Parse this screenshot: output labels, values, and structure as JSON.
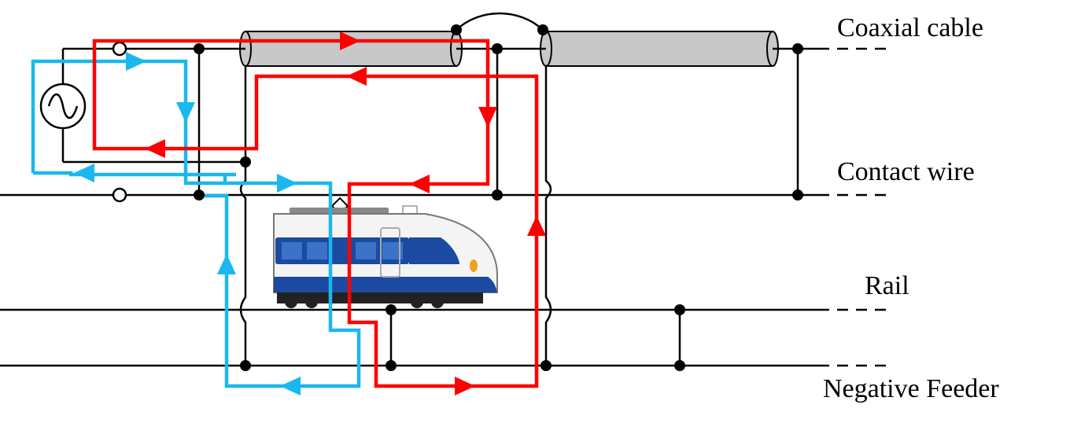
{
  "labels": {
    "coaxial_cable": "Coaxial cable",
    "contact_wire": "Contact wire",
    "rail": "Rail",
    "negative_feeder": "Negative Feeder"
  },
  "colors": {
    "wire": "#000000",
    "cable_body": "#c8c8c8",
    "current_red": "#ff0000",
    "current_blue": "#1ab8ee",
    "train_body": "#ffffff",
    "train_blue": "#1b4aa0",
    "train_window": "#3a73c9"
  },
  "icons": {
    "source": "ac-source-icon",
    "train": "shinkansen-train-icon"
  }
}
